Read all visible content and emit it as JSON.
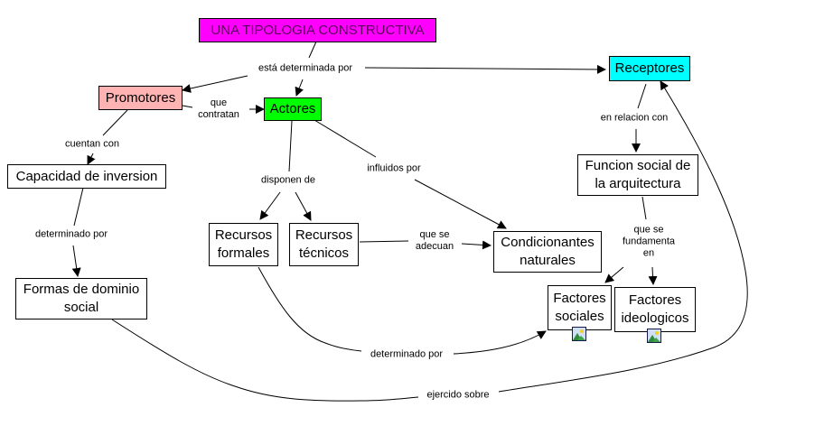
{
  "diagram": {
    "type": "concept-map",
    "colors": {
      "root": "#ff00ff",
      "promotores": "#ffb3b3",
      "actores": "#00ff00",
      "receptores": "#00ffff",
      "default": "#ffffff"
    },
    "concepts": {
      "root": "UNA TIPOLOGIA CONSTRUCTIVA",
      "promotores": "Promotores",
      "actores": "Actores",
      "receptores": "Receptores",
      "capacidad": "Capacidad de inversion",
      "formas": "Formas de dominio\nsocial",
      "recursos_formales": "Recursos\nformales",
      "recursos_tecnicos": "Recursos\ntécnicos",
      "condicionantes": "Condicionantes\nnaturales",
      "funcion": "Funcion social de\nla arquitectura",
      "factores_sociales": "Factores\nsociales",
      "factores_ideologicos": "Factores\nideologicos"
    },
    "links": {
      "esta_determinada_por": "está determinada por",
      "que_contratan": "que\ncontratan",
      "cuentan_con": "cuentan con",
      "determinado_por_1": "determinado por",
      "disponen_de": "disponen de",
      "influidos_por": "influidos por",
      "que_se_adecuan": "que se\nadecuan",
      "en_relacion_con": "en relacion con",
      "que_se_fundamenta_en": "que se\nfundamenta\nen",
      "determinado_por_2": "determinado por",
      "ejercido_sobre": "ejercido sobre"
    },
    "resource_icons": [
      "image-resource-icon",
      "image-resource-icon"
    ]
  }
}
